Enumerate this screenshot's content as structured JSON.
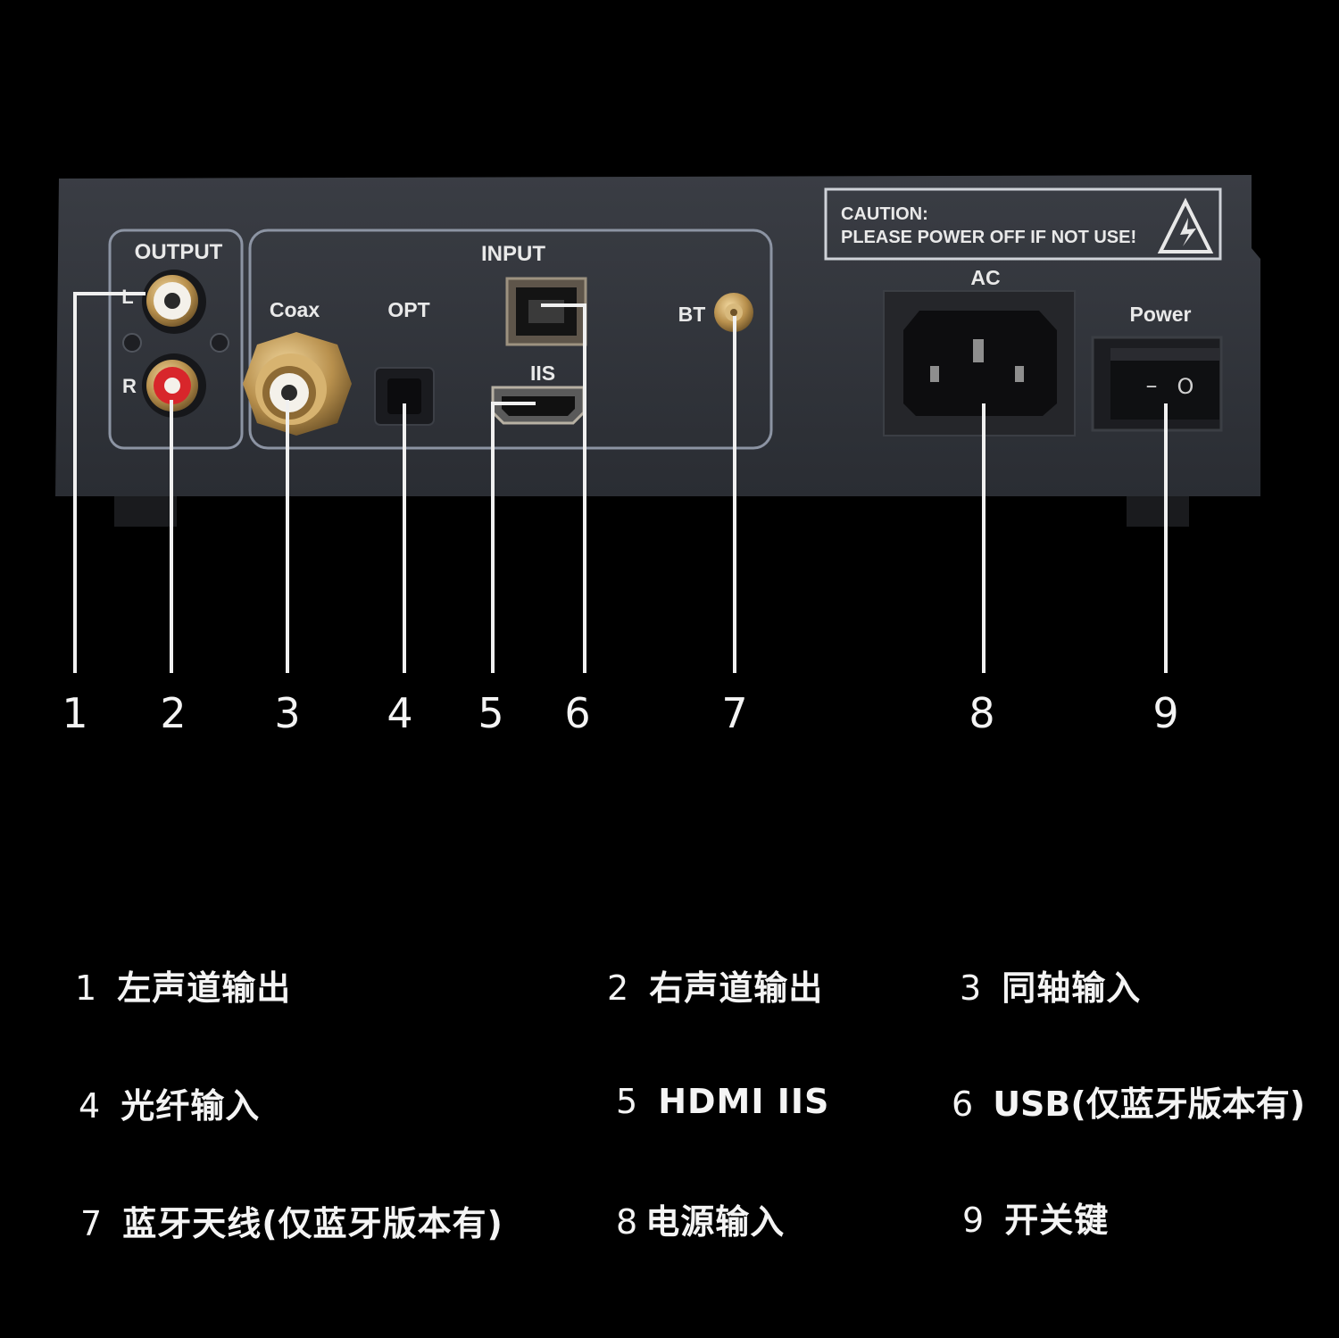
{
  "panel": {
    "output_label": "OUTPUT",
    "left_label": "L",
    "right_label": "R",
    "input_label": "INPUT",
    "coax_label": "Coax",
    "opt_label": "OPT",
    "iis_label": "IIS",
    "bt_label": "BT",
    "caution_line1": "CAUTION:",
    "caution_line2": "PLEASE POWER OFF IF NOT USE!",
    "ac_label": "AC",
    "power_label": "Power",
    "switch_off_mark": "–",
    "switch_on_mark": "O"
  },
  "callouts": [
    "1",
    "2",
    "3",
    "4",
    "5",
    "6",
    "7",
    "8",
    "9"
  ],
  "legend": [
    {
      "num": "1",
      "text": "左声道输出"
    },
    {
      "num": "2",
      "text": "右声道输出"
    },
    {
      "num": "3",
      "text": "同轴输入"
    },
    {
      "num": "4",
      "text": "光纤输入"
    },
    {
      "num": "5",
      "text": "HDMI IIS"
    },
    {
      "num": "6",
      "text": "USB(仅蓝牙版本有)"
    },
    {
      "num": "7",
      "text": "蓝牙天线(仅蓝牙版本有)"
    },
    {
      "num": "8",
      "text": "电源输入"
    },
    {
      "num": "9",
      "text": "开关键"
    }
  ]
}
